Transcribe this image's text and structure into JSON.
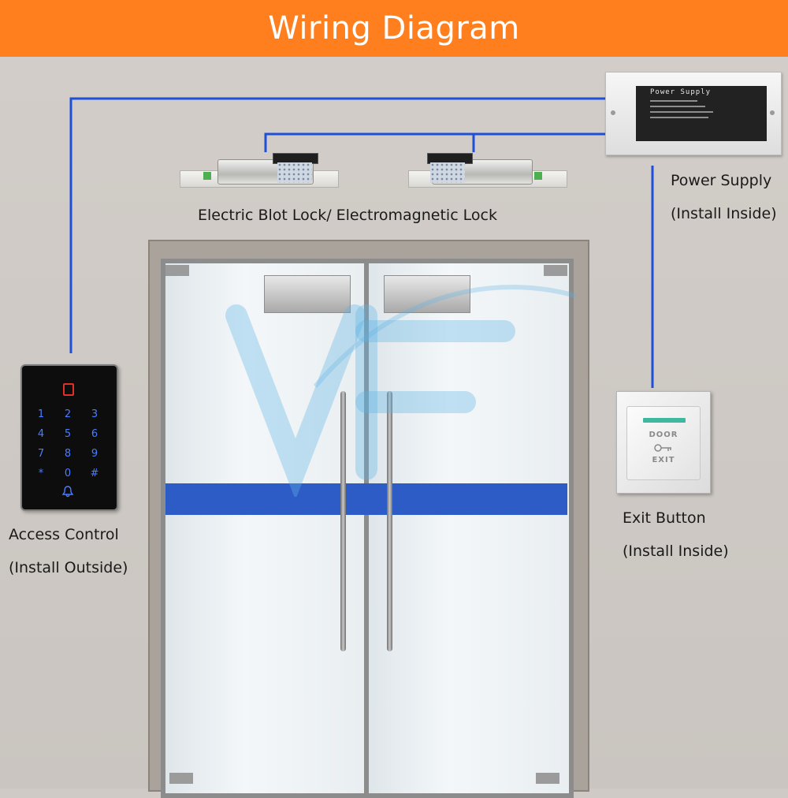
{
  "title": "Wiring Diagram",
  "components": {
    "power_supply": {
      "label_line1": "Power Supply",
      "label_line2": "(Install Inside)",
      "panel_heading": "Power Supply"
    },
    "locks": {
      "label": "Electric Blot Lock/ Electromagnetic Lock"
    },
    "access_control": {
      "label_line1": "Access Control",
      "label_line2": "(Install Outside)",
      "keys": [
        "1",
        "2",
        "3",
        "4",
        "5",
        "6",
        "7",
        "8",
        "9",
        "*",
        "0",
        "#"
      ]
    },
    "exit_button": {
      "label_line1": "Exit Button",
      "label_line2": "(Install Inside)",
      "word_top": "DOOR",
      "word_bottom": "EXIT"
    }
  },
  "colors": {
    "banner": "#ff7f1e",
    "wire": "#1e4fd8",
    "door_band": "#2e5cc7"
  }
}
